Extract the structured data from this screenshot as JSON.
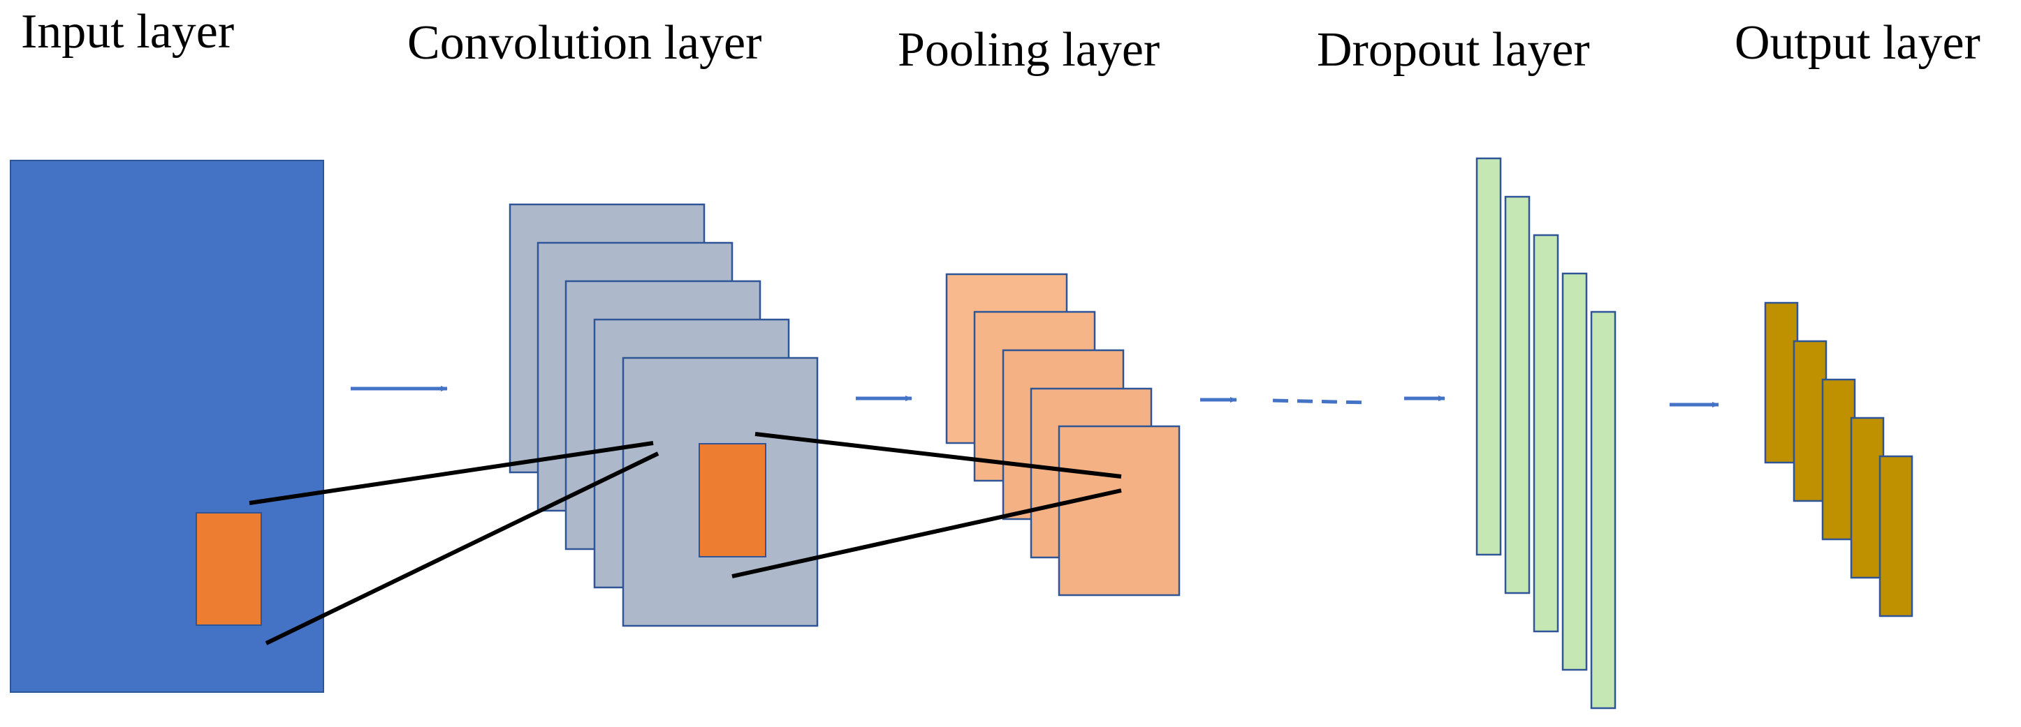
{
  "layers": [
    {
      "id": "input",
      "title": "Input layer"
    },
    {
      "id": "convolution",
      "title": "Convolution layer"
    },
    {
      "id": "pooling",
      "title": "Pooling layer"
    },
    {
      "id": "dropout",
      "title": "Dropout layer"
    },
    {
      "id": "output",
      "title": "Output layer"
    }
  ],
  "colors": {
    "input_fill": "#4472C4",
    "input_border": "#2F5597",
    "kernel_fill": "#ED7D31",
    "conv_fill": "#ADB9CA",
    "conv_border": "#2F5597",
    "pool_fill": "#F4B183",
    "dropout_fill": "#C5E7B4",
    "output_fill": "#BF9000",
    "arrow": "#4472C4",
    "line": "#000000"
  },
  "icons": {
    "arrow": "arrow-right-icon"
  }
}
